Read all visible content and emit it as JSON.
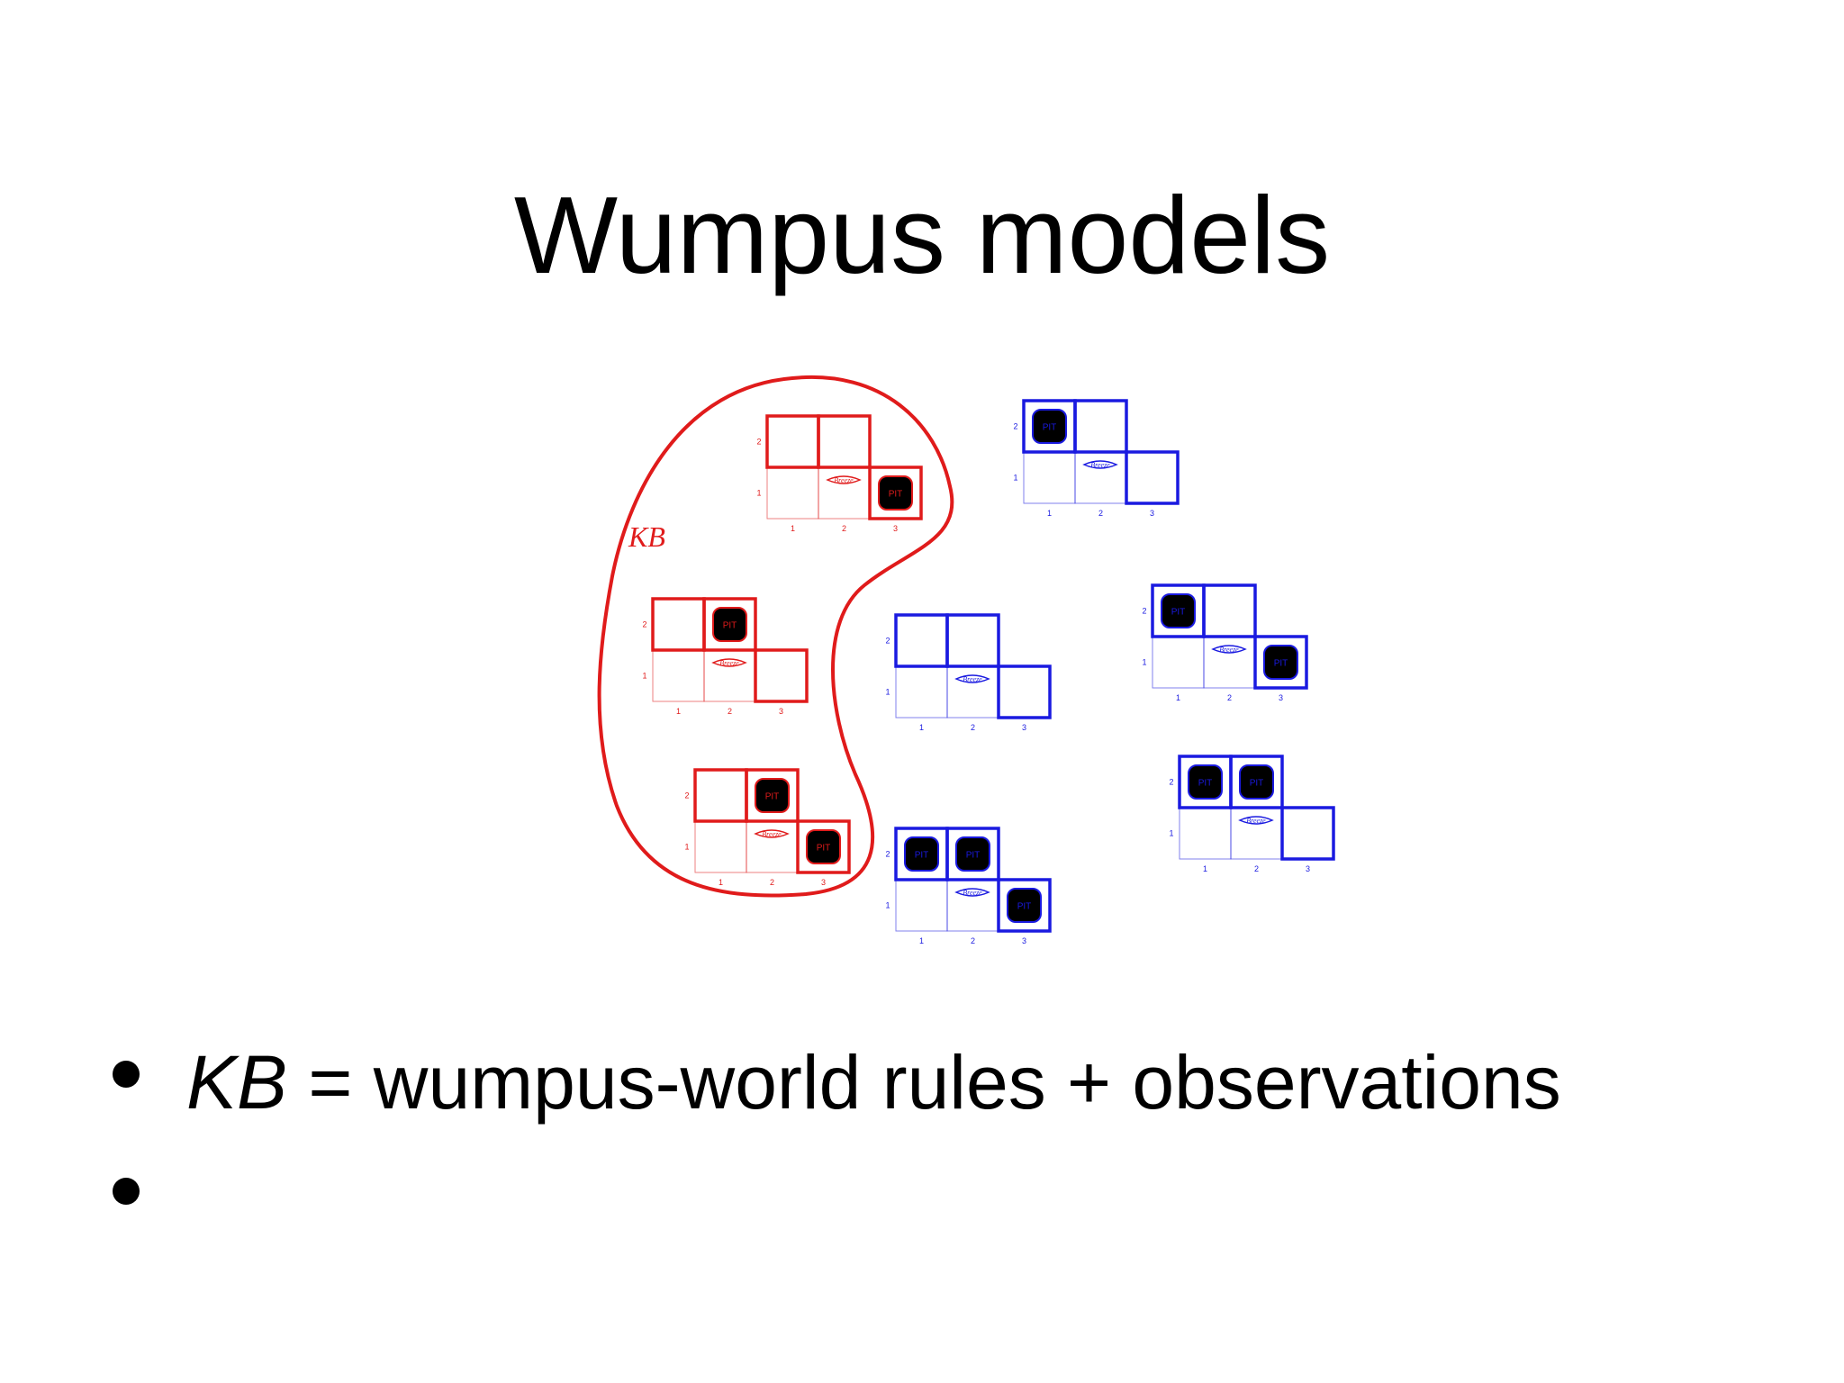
{
  "slide": {
    "title": "Wumpus models"
  },
  "diagram": {
    "kb_label": "KB",
    "pit_label": "PIT",
    "breeze_label": "Breeze",
    "row_labels": [
      "2",
      "1"
    ],
    "col_labels": [
      "1",
      "2",
      "3"
    ],
    "colors": {
      "kb": "#e01b1b",
      "other": "#1a1ae0",
      "pit_fill": "#000000"
    },
    "models": [
      {
        "group": "kb",
        "pits": [
          "3,1"
        ]
      },
      {
        "group": "kb",
        "pits": [
          "2,2"
        ]
      },
      {
        "group": "kb",
        "pits": [
          "2,2",
          "3,1"
        ]
      },
      {
        "group": "other",
        "pits": [
          "1,2"
        ]
      },
      {
        "group": "other",
        "pits": []
      },
      {
        "group": "other",
        "pits": [
          "1,2",
          "3,1"
        ]
      },
      {
        "group": "other",
        "pits": [
          "1,2",
          "2,2"
        ]
      },
      {
        "group": "other",
        "pits": [
          "1,2",
          "2,2",
          "3,1"
        ]
      }
    ]
  },
  "bullets": [
    {
      "emph": "KB",
      "text": " = wumpus-world rules + observations"
    },
    {
      "emph": "",
      "text": ""
    }
  ]
}
